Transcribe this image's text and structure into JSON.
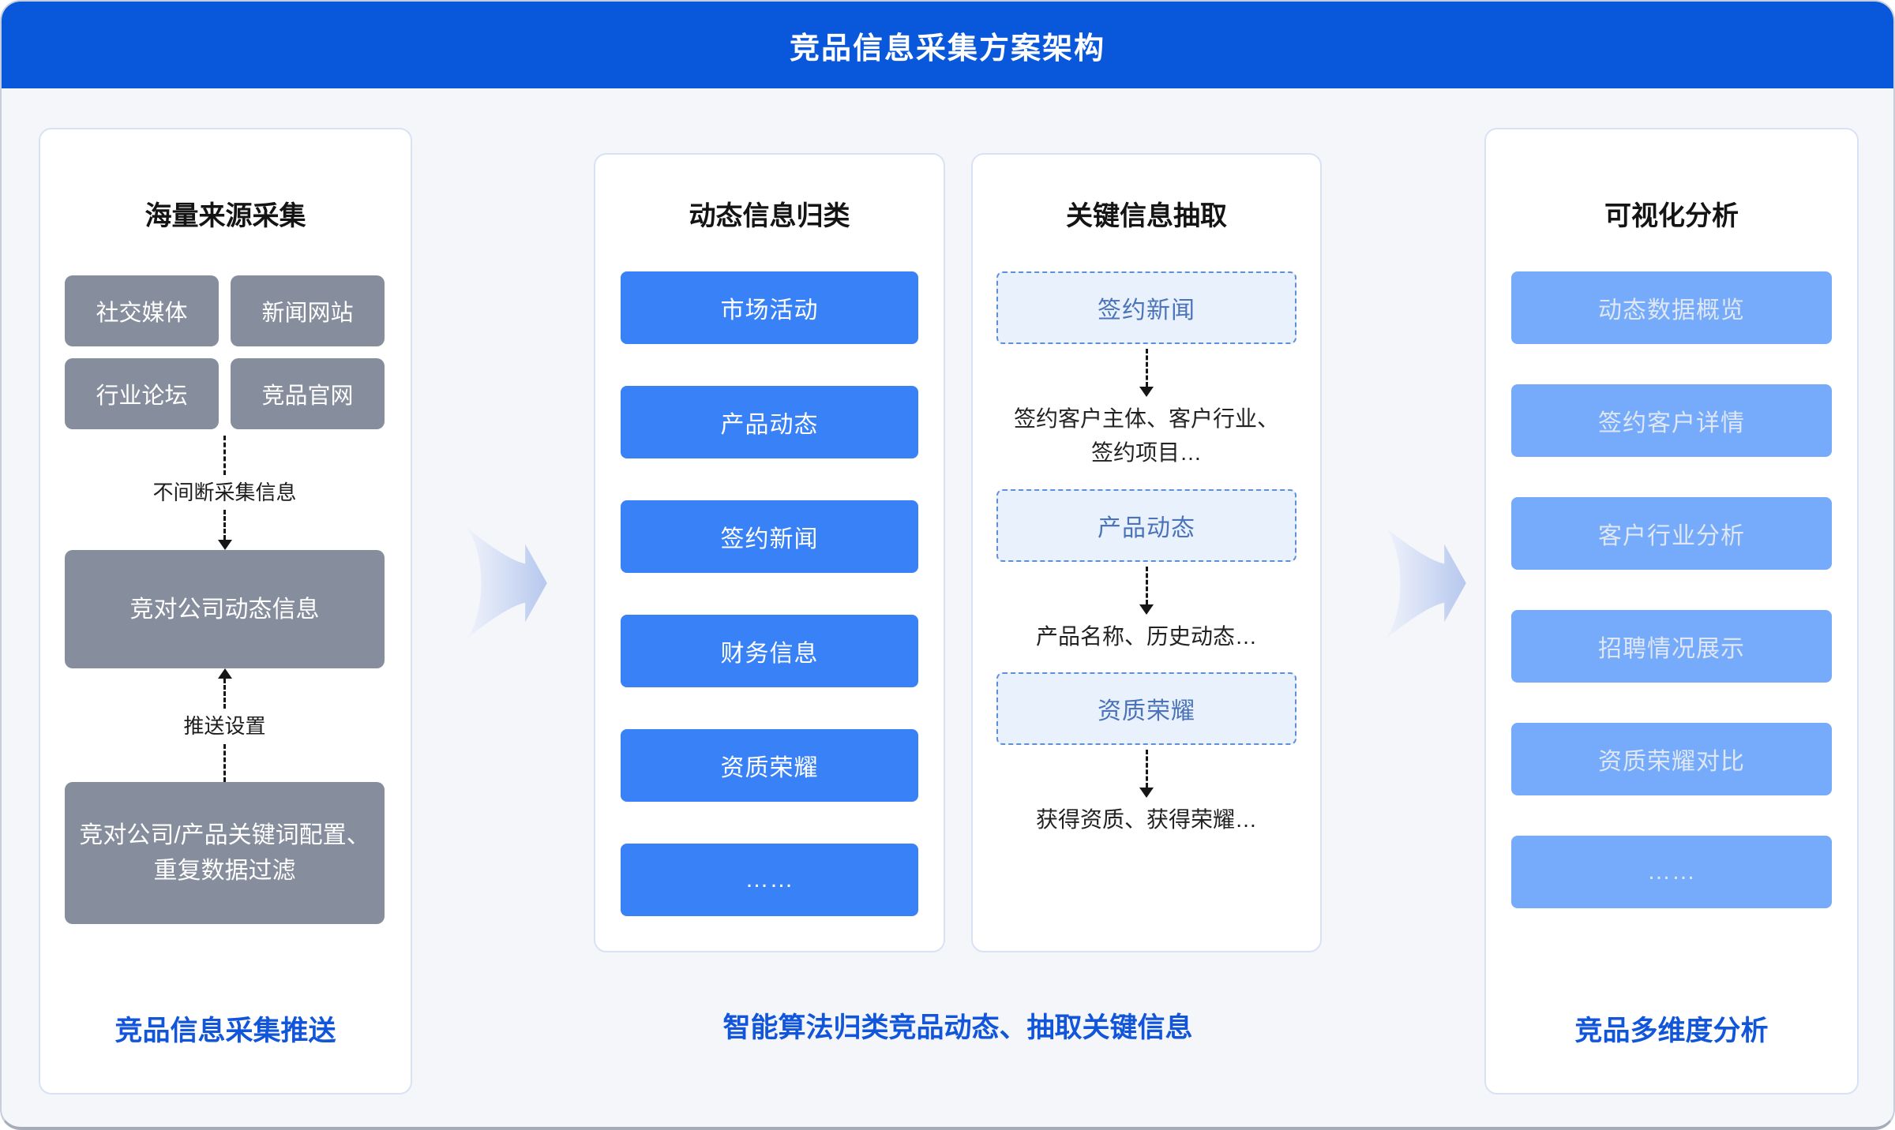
{
  "header": {
    "title": "竞品信息采集方案架构"
  },
  "collection_panel": {
    "title": "海量来源采集",
    "sources": [
      "社交媒体",
      "新闻网站",
      "行业论坛",
      "竞品官网"
    ],
    "flow1_label": "不间断采集信息",
    "node1": "竞对公司动态信息",
    "flow2_label": "推送设置",
    "node2": "竞对公司/产品关键词配置、重复数据过滤",
    "caption": "竞品信息采集推送"
  },
  "classify_panel": {
    "title": "动态信息归类",
    "items": [
      "市场活动",
      "产品动态",
      "签约新闻",
      "财务信息",
      "资质荣耀",
      "……"
    ]
  },
  "extract_panel": {
    "title": "关键信息抽取",
    "steps": [
      {
        "box": "签约新闻",
        "detail": "签约客户主体、客户行业、签约项目…"
      },
      {
        "box": "产品动态",
        "detail": "产品名称、历史动态…"
      },
      {
        "box": "资质荣耀",
        "detail": "获得资质、获得荣耀…"
      }
    ]
  },
  "visualize_panel": {
    "title": "可视化分析",
    "items": [
      "动态数据概览",
      "签约客户详情",
      "客户行业分析",
      "招聘情况展示",
      "资质荣耀对比",
      "……"
    ],
    "caption": "竞品多维度分析"
  },
  "middle_caption": "智能算法归类竞品动态、抽取关键信息",
  "colors": {
    "header_bg": "#0957DB",
    "primary_blue": "#3981F6",
    "light_blue": "#75ABFA",
    "gray_node": "#868D9C",
    "caption_blue": "#1155DB",
    "dashed_border": "#5F8FD8",
    "dashed_fill": "#E9F1FC",
    "dashed_text": "#4A73B9",
    "background": "#F4F6FA"
  }
}
